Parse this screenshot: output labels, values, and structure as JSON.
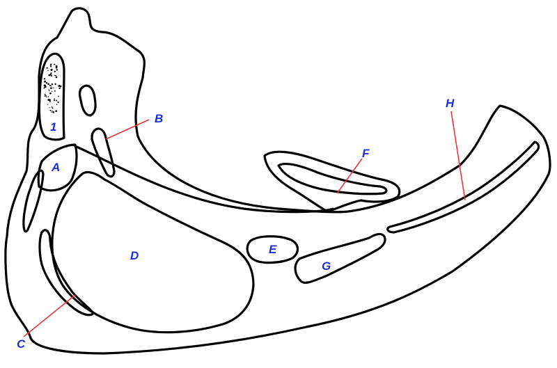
{
  "colors": {
    "outline": "#000000",
    "label_text": "#1c2fd6",
    "leader_line": "#e8343c",
    "background": "#ffffff"
  },
  "labels": {
    "one": "1",
    "a": "A",
    "b": "B",
    "c": "C",
    "d": "D",
    "e": "E",
    "f": "F",
    "g": "G",
    "h": "H"
  }
}
